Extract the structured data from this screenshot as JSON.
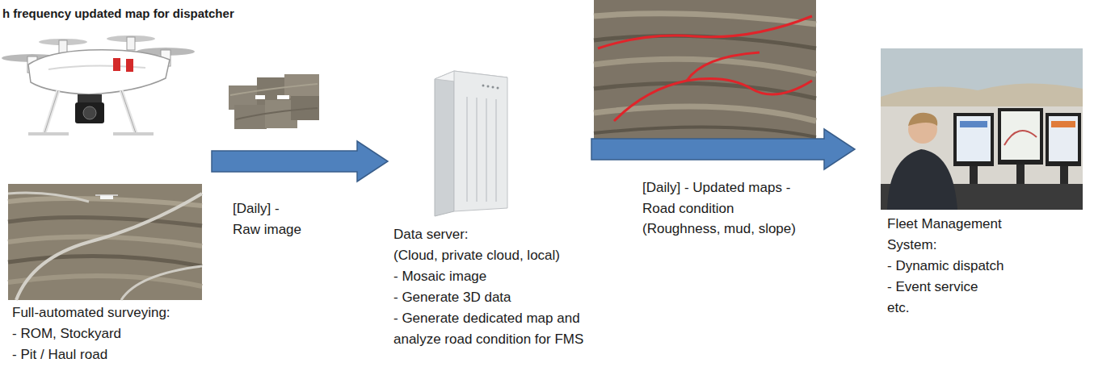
{
  "diagram": {
    "nodes": [
      {
        "text": [
          "Full-automated surveying:",
          "- ROM, Stockyard",
          "- Pit / Haul road"
        ]
      },
      {
        "text": [
          "Data server:",
          "(Cloud, private cloud, local)",
          "- Mosaic image",
          "- Generate 3D data",
          "- Generate dedicated map and analyze road condition for FMS"
        ]
      },
      {
        "text": [
          "Fleet Management System:",
          "- Dynamic dispatch",
          "- Event service",
          "etc."
        ]
      }
    ],
    "edges": [
      {
        "from": 0,
        "to": 1,
        "label": "[Daily] - Raw image",
        "arrow": "to"
      },
      {
        "from": 1,
        "to": 2,
        "label": "[Daily] - Updated maps - Road condition (Roughness, mud, slope)",
        "arrow": "to"
      }
    ],
    "labels": [
      "h frequency updated map for dispatcher"
    ]
  }
}
